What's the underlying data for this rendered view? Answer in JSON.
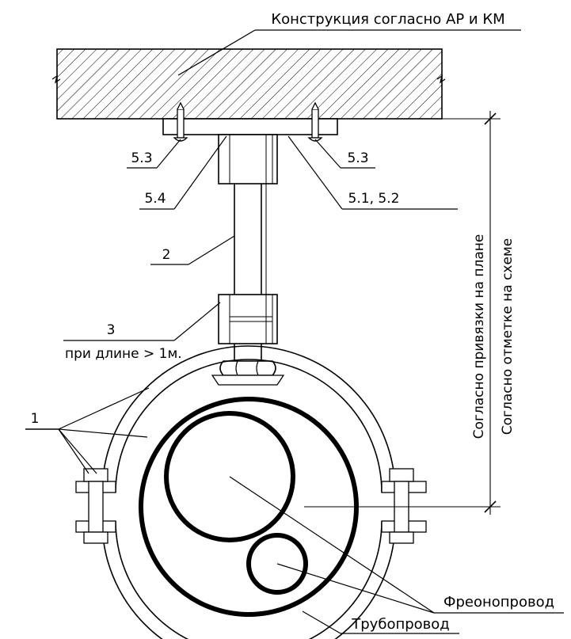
{
  "title": "Конструкция согласно АР и КМ",
  "callouts": {
    "c53_left": "5.3",
    "c53_right": "5.3",
    "c54": "5.4",
    "c5152": "5.1, 5.2",
    "c2": "2",
    "c3": "3",
    "c3_note": "при длине > 1м.",
    "c1": "1",
    "freon": "Фреонопровод",
    "pipe": "Трубопровод"
  },
  "dimensions": {
    "plan": "Согласно привязки на плане",
    "scheme": "Согласно отметке на схеме"
  }
}
